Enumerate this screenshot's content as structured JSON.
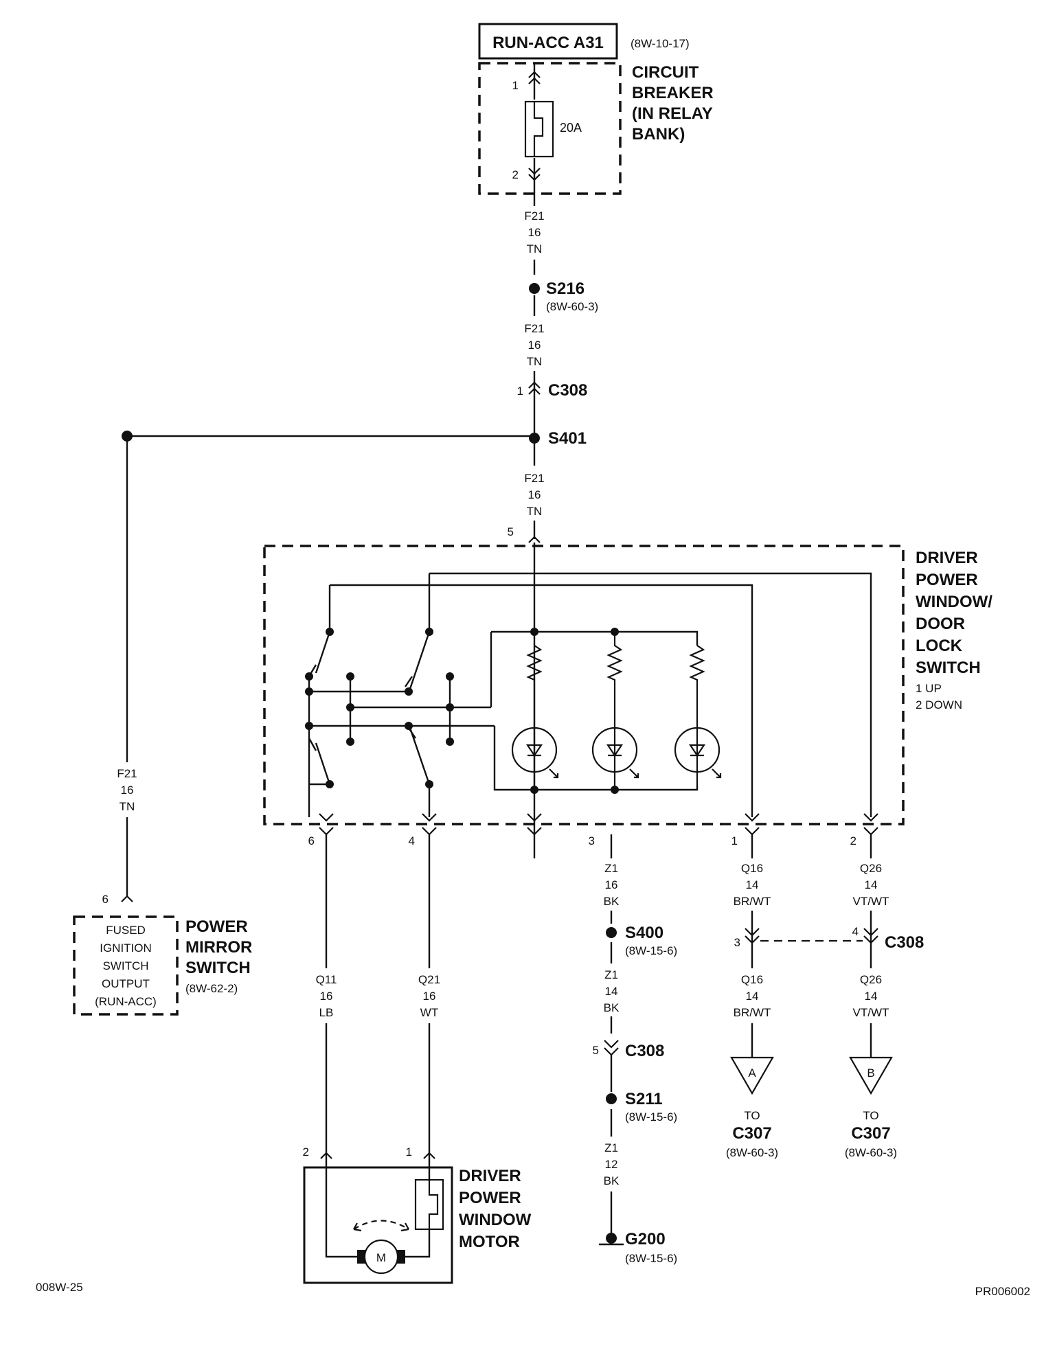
{
  "header": {
    "source": "RUN-ACC A31",
    "source_ref": "(8W-10-17)"
  },
  "breaker": {
    "title": [
      "CIRCUIT",
      "BREAKER",
      "(IN RELAY",
      "BANK)"
    ],
    "rating": "20A",
    "pin_top": "1",
    "pin_bottom": "2"
  },
  "wire_f21": [
    "F21",
    "16",
    "TN"
  ],
  "splices": {
    "s216": {
      "id": "S216",
      "ref": "(8W-60-3)"
    },
    "s401": {
      "id": "S401"
    },
    "s400": {
      "id": "S400",
      "ref": "(8W-15-6)"
    },
    "s211": {
      "id": "S211",
      "ref": "(8W-15-6)"
    }
  },
  "connectors": {
    "c308": "C308",
    "c308_pin1": "1",
    "c308_pin3": "3",
    "c308_pin4": "4",
    "c308_pin5": "5"
  },
  "switch": {
    "title": [
      "DRIVER",
      "POWER",
      "WINDOW/",
      "DOOR",
      "LOCK",
      "SWITCH"
    ],
    "note": [
      "1 UP",
      "2 DOWN"
    ],
    "pin_top": "5",
    "pins_bottom": [
      "6",
      "4",
      "3",
      "1",
      "2"
    ]
  },
  "wires": {
    "q11": [
      "Q11",
      "16",
      "LB"
    ],
    "q21": [
      "Q21",
      "16",
      "WT"
    ],
    "z1a": [
      "Z1",
      "16",
      "BK"
    ],
    "z1b": [
      "Z1",
      "14",
      "BK"
    ],
    "z1c": [
      "Z1",
      "12",
      "BK"
    ],
    "q16": [
      "Q16",
      "14",
      "BR/WT"
    ],
    "q26": [
      "Q26",
      "14",
      "VT/WT"
    ]
  },
  "mirror": {
    "box": [
      "FUSED",
      "IGNITION",
      "SWITCH",
      "OUTPUT",
      "(RUN-ACC)"
    ],
    "title": [
      "POWER",
      "MIRROR",
      "SWITCH"
    ],
    "ref": "(8W-62-2)",
    "pin": "6"
  },
  "motor": {
    "title": [
      "DRIVER",
      "POWER",
      "WINDOW",
      "MOTOR"
    ],
    "symbol": "M",
    "pin_left": "2",
    "pin_right": "1"
  },
  "ground": {
    "id": "G200",
    "ref": "(8W-15-6)"
  },
  "offpage": {
    "a": {
      "letter": "A",
      "to": "TO",
      "conn": "C307",
      "ref": "(8W-60-3)"
    },
    "b": {
      "letter": "B",
      "to": "TO",
      "conn": "C307",
      "ref": "(8W-60-3)"
    }
  },
  "footer": {
    "left": "008W-25",
    "right": "PR006002"
  }
}
